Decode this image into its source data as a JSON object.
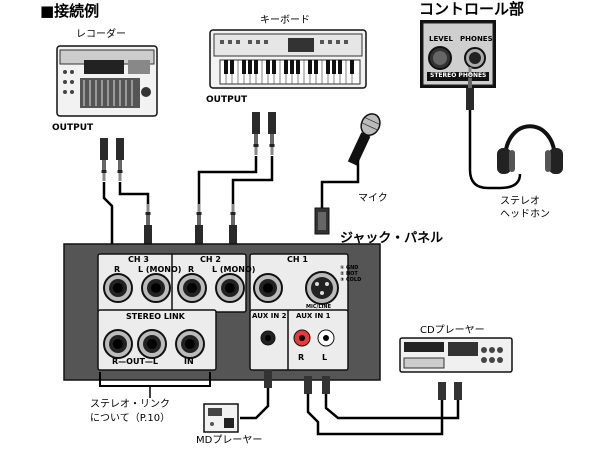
{
  "heading": "■接続例",
  "devices": {
    "recorder": "レコーダー",
    "keyboard": "キーボード",
    "mic": "マイク",
    "headphones": "ステレオ\nヘッドホン",
    "cd_player": "CDプレーヤー",
    "md_player": "MDプレーヤー"
  },
  "outputs": {
    "recorder_output": "OUTPUT",
    "keyboard_output": "OUTPUT"
  },
  "control": {
    "title": "コントロール部",
    "level": "LEVEL",
    "phones": "PHONES",
    "stereo_phones": "STEREO PHONES"
  },
  "jack_panel": {
    "title": "ジャック・パネル",
    "ch3": "CH 3",
    "ch2": "CH 2",
    "ch1": "CH 1",
    "r": "R",
    "l_mono": "L (MONO)",
    "stereo_link": "STEREO LINK",
    "out_label": "R—OUT—L",
    "in_label": "IN",
    "mic_line": "MIC/LINE",
    "gnd": "① GND",
    "hot": "② HOT",
    "cold": "③ COLD",
    "aux_in2": "AUX IN 2",
    "aux_in1": "AUX IN 1",
    "aux_r": "R",
    "aux_l": "L"
  },
  "note": {
    "line1": "ステレオ・リンク",
    "line2": "について（P.10）"
  }
}
